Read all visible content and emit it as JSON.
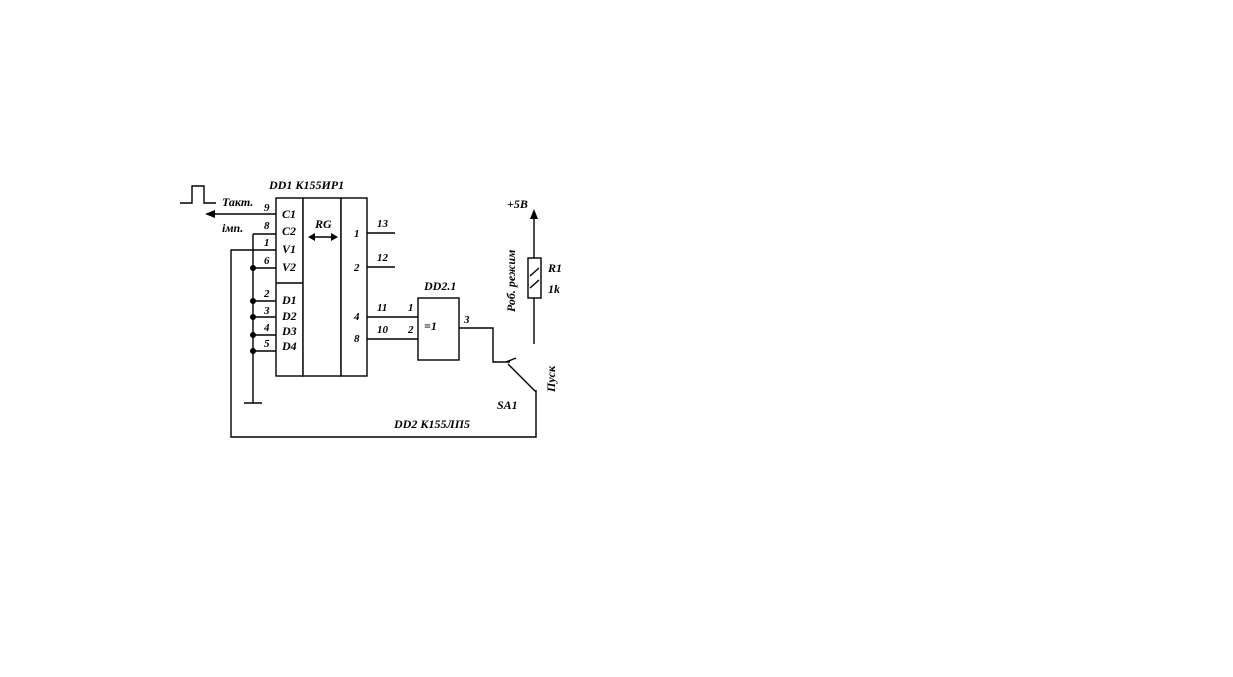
{
  "diagram": {
    "dd1": {
      "title": "DD1 К155ИР1",
      "core_label": "RG",
      "inputs": [
        {
          "pin": "9",
          "name": "C1"
        },
        {
          "pin": "8",
          "name": "C2"
        },
        {
          "pin": "1",
          "name": "V1"
        },
        {
          "pin": "6",
          "name": "V2"
        },
        {
          "pin": "2",
          "name": "D1"
        },
        {
          "pin": "3",
          "name": "D2"
        },
        {
          "pin": "4",
          "name": "D3"
        },
        {
          "pin": "5",
          "name": "D4"
        }
      ],
      "outputs": [
        {
          "inner": "1",
          "outer": "13"
        },
        {
          "inner": "2",
          "outer": "12"
        },
        {
          "inner": "4",
          "outer": "11"
        },
        {
          "inner": "8",
          "outer": "10"
        }
      ]
    },
    "clock": {
      "label_line1": "Такт.",
      "label_line2": "імп."
    },
    "dd2": {
      "gate_title": "DD2.1",
      "gate_symbol": "=1",
      "in1": "1",
      "in2": "2",
      "out": "3",
      "chip_label": "DD2 К155ЛП5"
    },
    "switch": {
      "ref": "SA1",
      "name": "Пуск"
    },
    "resistor": {
      "ref": "R1",
      "value": "1k",
      "mode": "Роб. режим",
      "supply": "+5В"
    }
  }
}
